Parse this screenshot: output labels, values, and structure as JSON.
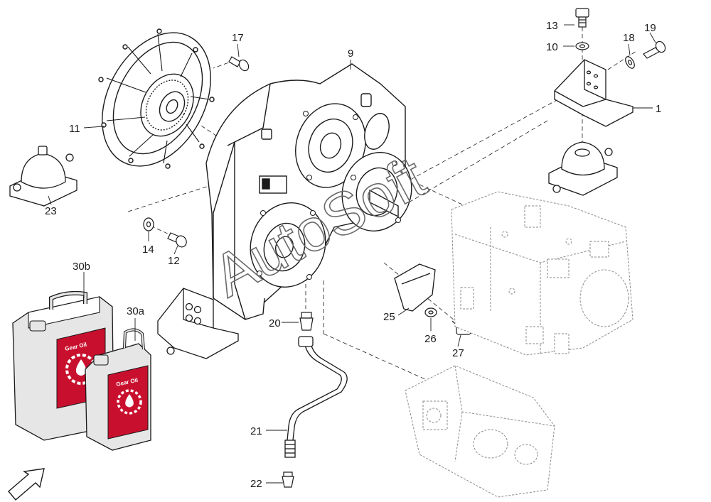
{
  "watermark": "AutoSoft",
  "callouts": {
    "c1": "1",
    "c9": "9",
    "c10": "10",
    "c11": "11",
    "c12": "12",
    "c13": "13",
    "c14": "14",
    "c17": "17",
    "c18": "18",
    "c19": "19",
    "c20": "20",
    "c21": "21",
    "c22": "22",
    "c23": "23",
    "c25": "25",
    "c26": "26",
    "c27": "27",
    "c30a": "30a",
    "c30b": "30b"
  },
  "containers": {
    "large_label": "Gear Oil",
    "small_label": "Gear Oil"
  },
  "colors": {
    "line": "#1a1a1a",
    "ghost": "#8a8a8a",
    "brand_red": "#c8102e",
    "can_grey": "#e6e6e6"
  },
  "icons": {
    "orientation": "direction-arrow-icon",
    "oil_emblem": "gear-oil-drop-icon"
  }
}
